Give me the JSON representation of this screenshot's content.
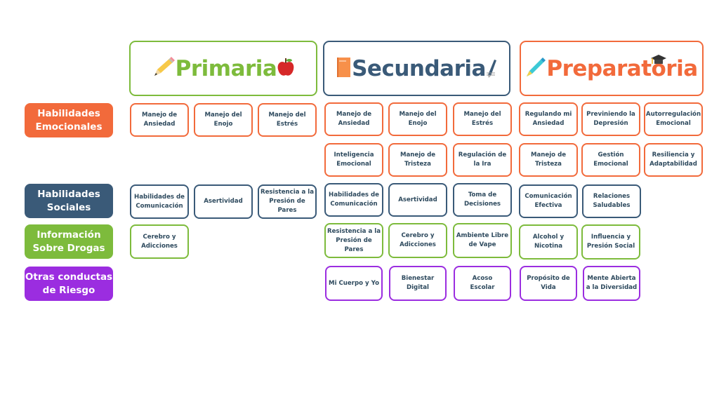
{
  "colors": {
    "primaria": "#7dbb3c",
    "secundaria": "#3a5a78",
    "preparatoria": "#f26a3b",
    "emocionales": "#f26a3b",
    "sociales": "#3a5a78",
    "drogas": "#7dbb3c",
    "otras": "#9b2de0",
    "cell_text": "#2e4a5e"
  },
  "levels": [
    {
      "title": "Primaria",
      "icons": [
        "pencil-icon",
        "apple-icon"
      ]
    },
    {
      "title": "Secundaria",
      "icons": [
        "notebook-icon",
        "pen-icon"
      ]
    },
    {
      "title": "Preparatoria",
      "icons": [
        "marker-pen-icon",
        "graduation-cap-icon"
      ]
    }
  ],
  "categories": [
    {
      "label": "Habilidades\nEmocionales"
    },
    {
      "label": "Habilidades\nSociales"
    },
    {
      "label": "Información\nSobre Drogas"
    },
    {
      "label": "Otras conductas\nde Riesgo"
    }
  ],
  "grid": {
    "primaria": {
      "emocionales": [
        "Manejo de\nAnsiedad",
        "Manejo del\nEnojo",
        "Manejo del\nEstrés"
      ],
      "sociales": [
        "Habilidades de\nComunicación",
        "Asertividad",
        "Resistencia a la\nPresión de\nPares"
      ],
      "drogas": [
        "Cerebro y\nAdicciones"
      ]
    },
    "secundaria": {
      "emocionales": [
        "Manejo de\nAnsiedad",
        "Manejo del\nEnojo",
        "Manejo del\nEstrés",
        "Inteligencia\nEmocional",
        "Manejo de\nTristeza",
        "Regulación de\nla Ira"
      ],
      "sociales": [
        "Habilidades de\nComunicación",
        "Asertividad",
        "Toma de\nDecisiones"
      ],
      "drogas": [
        "Resistencia a la\nPresión de\nPares",
        "Cerebro y\nAdicciones",
        "Ambiente Libre\nde Vape"
      ],
      "otras": [
        "Mi Cuerpo y Yo",
        "Bienestar\nDigital",
        "Acoso\nEscolar"
      ]
    },
    "preparatoria": {
      "emocionales": [
        "Regulando mi\nAnsiedad",
        "Previniendo la\nDepresión",
        "Autorregulación\nEmocional",
        "Manejo de\nTristeza",
        "Gestión\nEmocional",
        "Resiliencia y\nAdaptabilidad"
      ],
      "sociales": [
        "Comunicación\nEfectiva",
        "Relaciones\nSaludables"
      ],
      "drogas": [
        "Alcohol y\nNicotina",
        "Influencia y\nPresión Social"
      ],
      "otras": [
        "Propósito de\nVida",
        "Mente Abierta\na la Diversidad"
      ]
    }
  }
}
